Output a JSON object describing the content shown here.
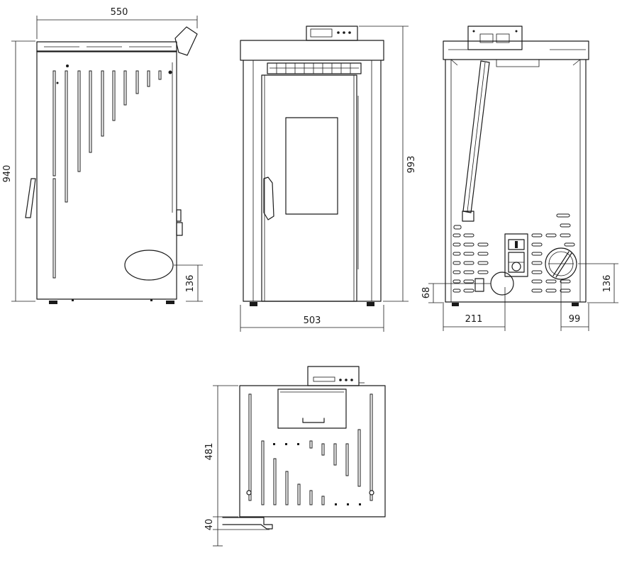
{
  "dimensions": {
    "side_width": "550",
    "side_height": "940",
    "side_opening": "136",
    "front_height": "993",
    "front_width": "503",
    "back_height_left": "68",
    "back_height_right": "136",
    "back_offset_left": "211",
    "back_offset_right": "99",
    "top_depth": "481",
    "top_extra": "40"
  }
}
